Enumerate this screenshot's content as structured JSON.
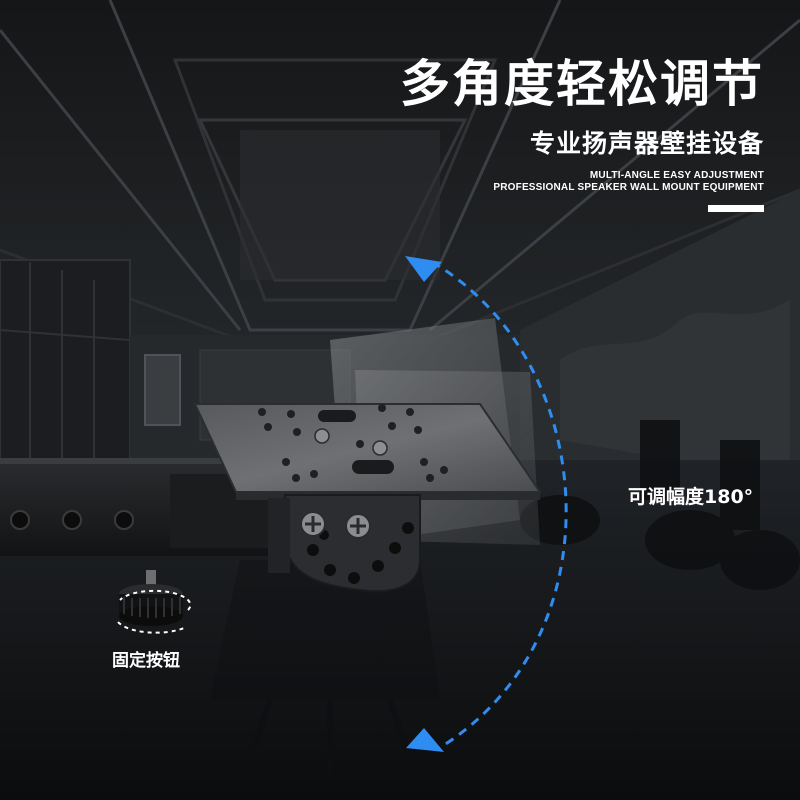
{
  "headline": {
    "title": "多角度轻松调节",
    "subtitle": "专业扬声器壁挂设备",
    "english_line_1": "MULTI-ANGLE EASY ADJUSTMENT",
    "english_line_2": "PROFESSIONAL SPEAKER WALL MOUNT EQUIPMENT"
  },
  "callouts": {
    "rotation": "可调幅度180°",
    "knob": "固定按钮"
  },
  "colors": {
    "arc_arrow": "#2f8cf0",
    "text": "#ffffff",
    "background": "#16181b"
  }
}
